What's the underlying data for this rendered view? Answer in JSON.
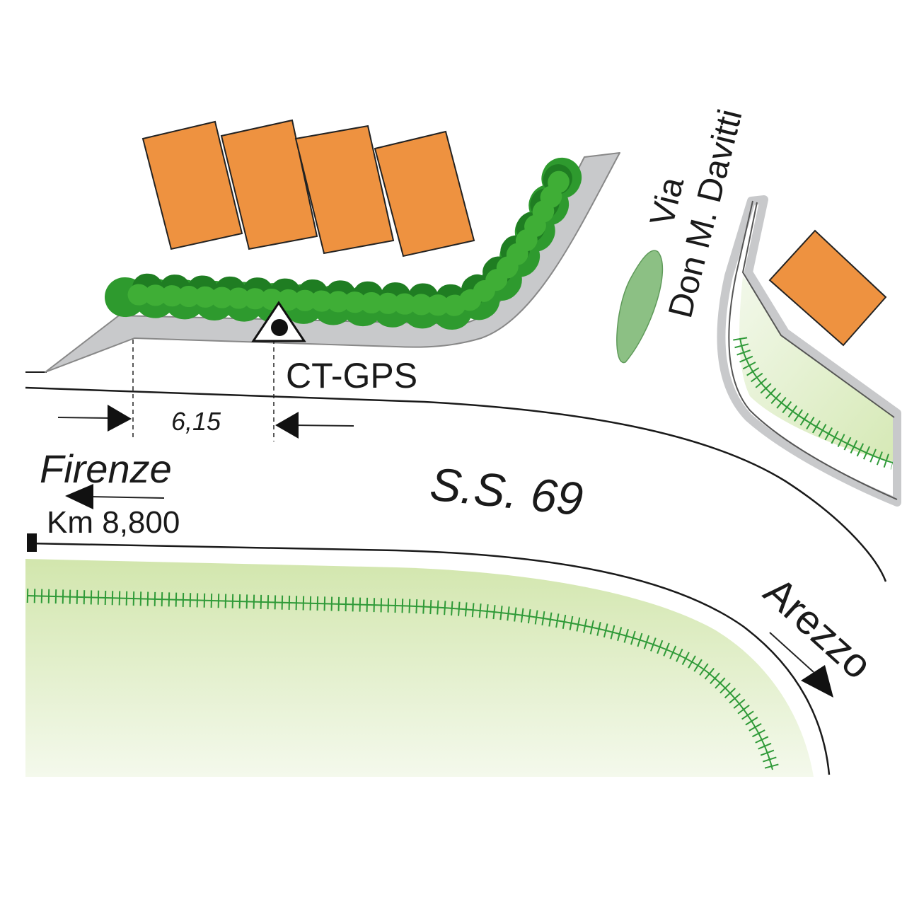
{
  "labels": {
    "station": "CT-GPS",
    "distance": "6,15",
    "west_destination": "Firenze",
    "kilometer": "Km 8,800",
    "road_name": "S.S. 69",
    "east_destination": "Arezzo",
    "side_street_line1": "Via",
    "side_street_line2": "Don M. Davitti"
  },
  "colors": {
    "building": "#ee9240",
    "sidewalk": "#c8c9cb",
    "hedge": "#2e9a2e",
    "grass": "#e0eec8",
    "grass_tufts": "#2f9a38",
    "shrub": "#8cc084",
    "road_edge": "#1a1a1a"
  }
}
